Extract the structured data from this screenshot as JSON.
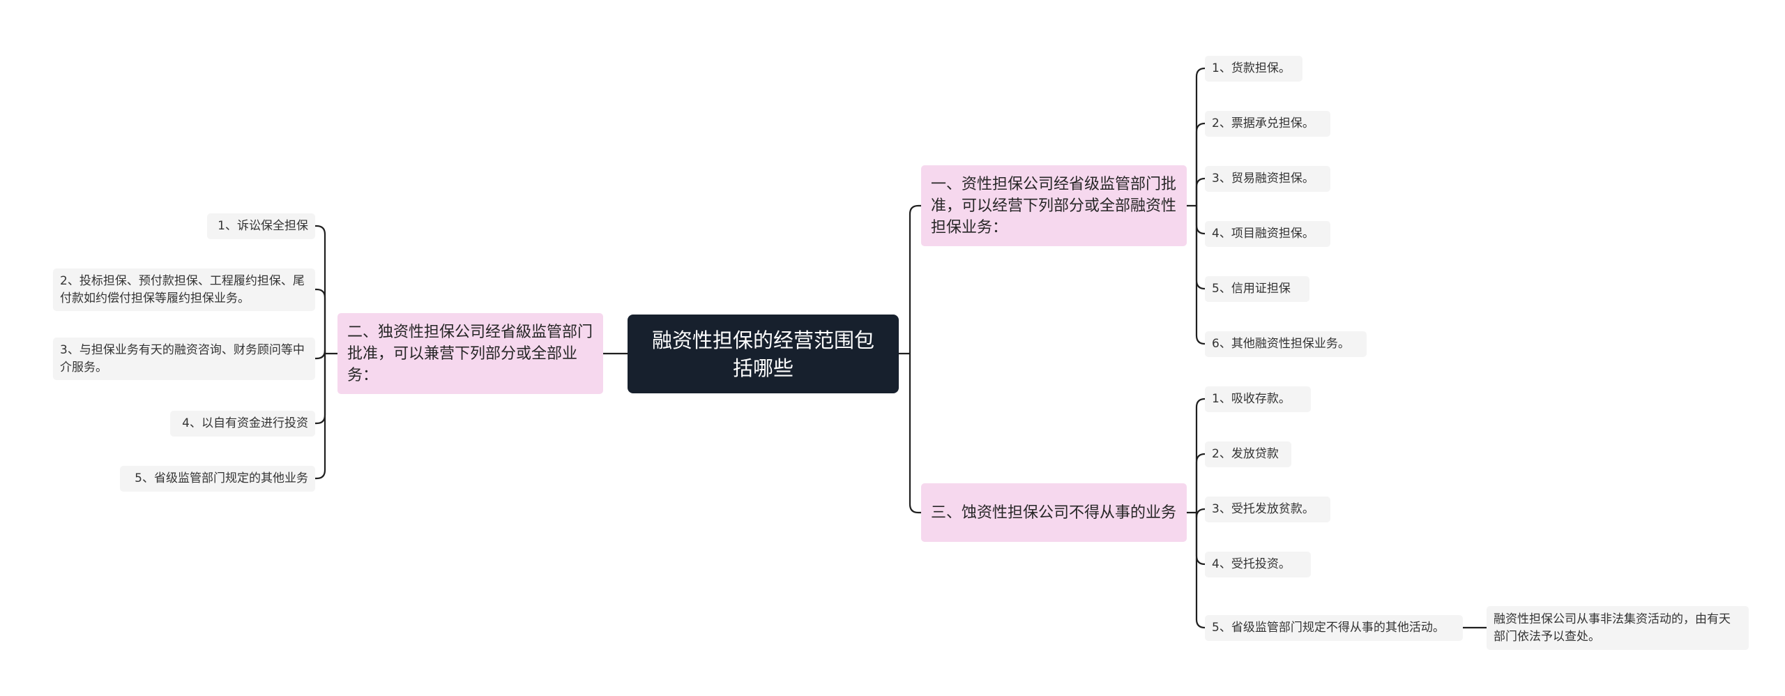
{
  "root": {
    "label": "融资性担保的经营范围包括哪些"
  },
  "branches": {
    "b1": {
      "label": "一、资性担保公司经省级监管部门批准，可以经营下列部分或全部融资性担保业务：",
      "items": [
        "1、货款担保。",
        "2、票据承兑担保。",
        "3、贸易融资担保。",
        "4、项目融资担保。",
        "5、信用证担保",
        "6、其他融资性担保业务。"
      ]
    },
    "b2": {
      "label": "二、独资性担保公司经省級监管部门批准，可以兼营下列部分或全部业务：",
      "items": [
        "1、诉讼保全担保",
        "2、投标担保、预付款担保、工程履约担保、尾付款如约偿付担保等履约担保业务。",
        "3、与担保业务有天的融资咨询、财务顾问等中介服务。",
        "4、以自有资金进行投资",
        "5、省级监管部门规定的其他业务"
      ]
    },
    "b3": {
      "label": "三、蚀资性担保公司不得从事的业务",
      "items": [
        "1、吸收存款。",
        "2、发放贷款",
        "3、受托发放贫款。",
        "4、受托投资。",
        "5、省级监管部门规定不得从事的其他活动。"
      ],
      "note": "融资性担保公司从事非法集资活动的，由有天部门依法予以查处。"
    }
  },
  "colors": {
    "root_bg": "#17202d",
    "branch_bg": "#f6d8ee",
    "leaf_bg": "#f4f4f4",
    "line": "#1f1f1f"
  }
}
